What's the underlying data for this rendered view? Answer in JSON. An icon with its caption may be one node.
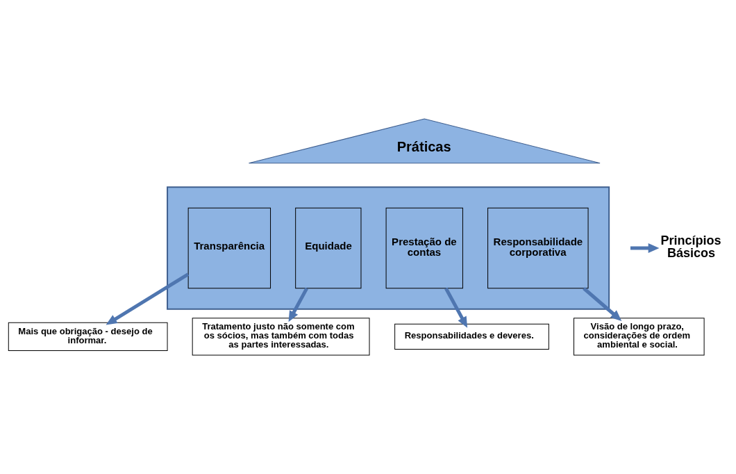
{
  "diagram": {
    "nodes": [
      {
        "text": [
          "Práticas"
        ]
      },
      {
        "text": [],
        "shape": "trapezium"
      },
      {
        "text": [
          "Transparência"
        ],
        "in": 1
      },
      {
        "text": [
          "Equidade"
        ],
        "in": 1
      },
      {
        "text": [
          "Prestação de contas"
        ],
        "in": 1
      },
      {
        "text": [
          "Responsabilidade corporativa"
        ],
        "in": 1
      },
      {
        "text": [
          "Princípios Básicos"
        ]
      },
      {
        "text": [
          "Mais que obrigação - desejo de informar."
        ]
      },
      {
        "text": [
          "Tratamento justo não somente com os sócios, mas também com todas as partes interessadas."
        ]
      },
      {
        "text": [
          "Responsabilidades e deveres."
        ]
      },
      {
        "text": [
          "Visão de longo prazo, considerações de ordem ambiental e social."
        ]
      }
    ],
    "edges": [
      {
        "from": null,
        "to": 6,
        "arrow": "to"
      },
      {
        "from": 2,
        "to": 7,
        "arrow": "to"
      },
      {
        "from": 3,
        "to": 8,
        "arrow": "to"
      },
      {
        "from": 4,
        "to": 9,
        "arrow": "to"
      },
      {
        "from": 5,
        "to": 10,
        "arrow": "to"
      }
    ]
  }
}
